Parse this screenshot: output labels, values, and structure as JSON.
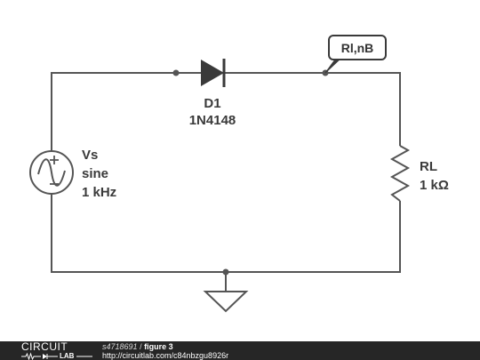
{
  "components": {
    "source": {
      "name": "Vs",
      "waveform": "sine",
      "frequency": "1 kHz",
      "symbol": "ac-source-icon"
    },
    "diode": {
      "name": "D1",
      "part": "1N4148",
      "symbol": "diode-icon"
    },
    "resistor": {
      "name": "RL",
      "value": "1 kΩ",
      "symbol": "resistor-icon"
    },
    "ground": {
      "symbol": "ground-icon"
    }
  },
  "net_tag": {
    "label": "Rl,nB"
  },
  "footer": {
    "logo_top": "CIRCUIT",
    "logo_bottom": "LAB",
    "user": "s4718691",
    "separator": "/",
    "figure": "figure 3",
    "url": "http://circuitlab.com/c84nbzgu8926r"
  },
  "colors": {
    "wire": "#555555",
    "label": "#3a3a3a",
    "footer_bg": "#262626"
  }
}
